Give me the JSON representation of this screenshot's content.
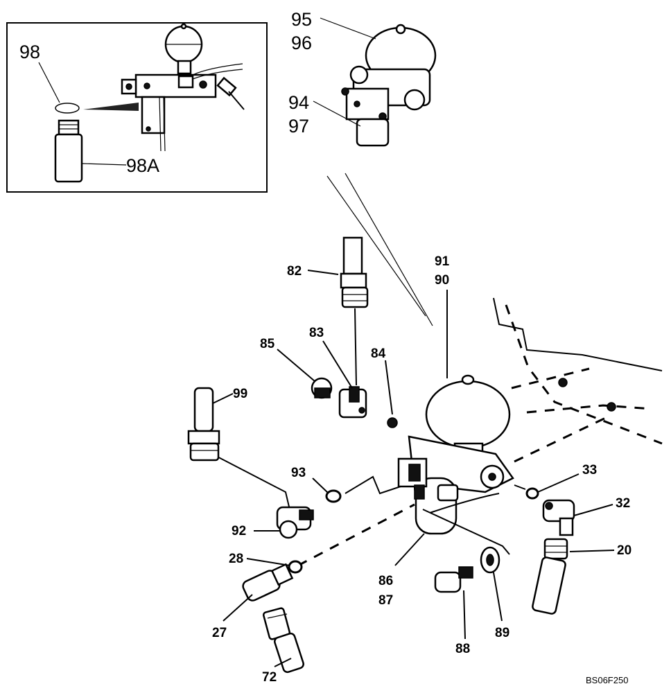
{
  "inset_labels": [
    "98",
    "98A"
  ],
  "detail_labels": [
    "95",
    "96",
    "94",
    "97"
  ],
  "callouts": [
    "82",
    "83",
    "84",
    "85",
    "91",
    "90",
    "99",
    "93",
    "33",
    "32",
    "92",
    "28",
    "20",
    "86",
    "87",
    "27",
    "88",
    "89",
    "72"
  ],
  "figure_code": "BS06F250"
}
